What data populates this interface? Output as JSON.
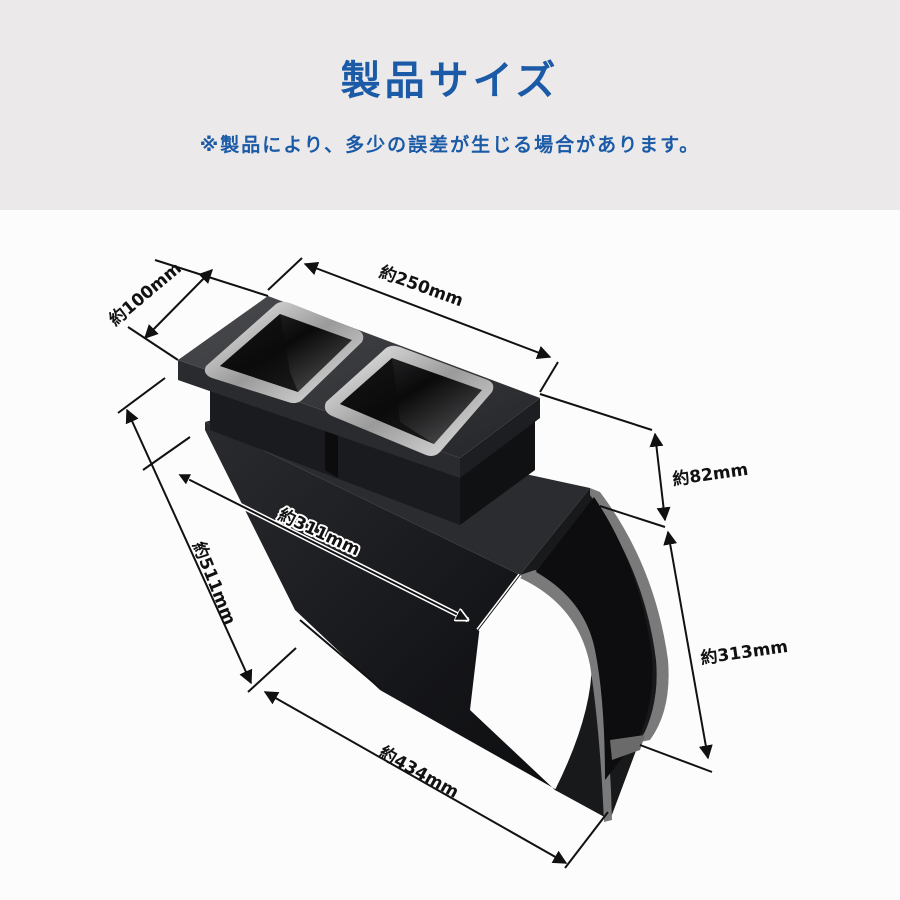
{
  "header": {
    "title": "製品サイズ",
    "note": "※製品により、多少の誤差が生じる場合があります。",
    "title_color": "#1a5aa6",
    "background": "#ebe9ea"
  },
  "product": {
    "description": "Black console box with two clear square cup holders",
    "body_color": "#1c1d20",
    "edge_color": "#6e6e6e"
  },
  "dimensions": {
    "depth_top": "約100mm",
    "width_top": "約250mm",
    "holder_height": "約82mm",
    "body_width": "約311mm",
    "total_height": "約511mm",
    "back_height": "約313mm",
    "bottom_length": "約434mm"
  }
}
